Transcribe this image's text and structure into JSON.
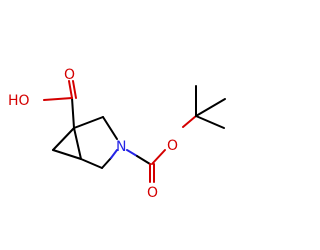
{
  "molecule": {
    "atom_labels": {
      "hydroxyl": "HO",
      "carbonyl_oxygen_acid": "O",
      "nitrogen": "N",
      "carbonyl_oxygen_carbamate": "O",
      "ester_oxygen": "O"
    },
    "colors": {
      "carbon_bond": "#000000",
      "oxygen": "#d40000",
      "nitrogen": "#2424e6",
      "background": "#ffffff"
    }
  }
}
